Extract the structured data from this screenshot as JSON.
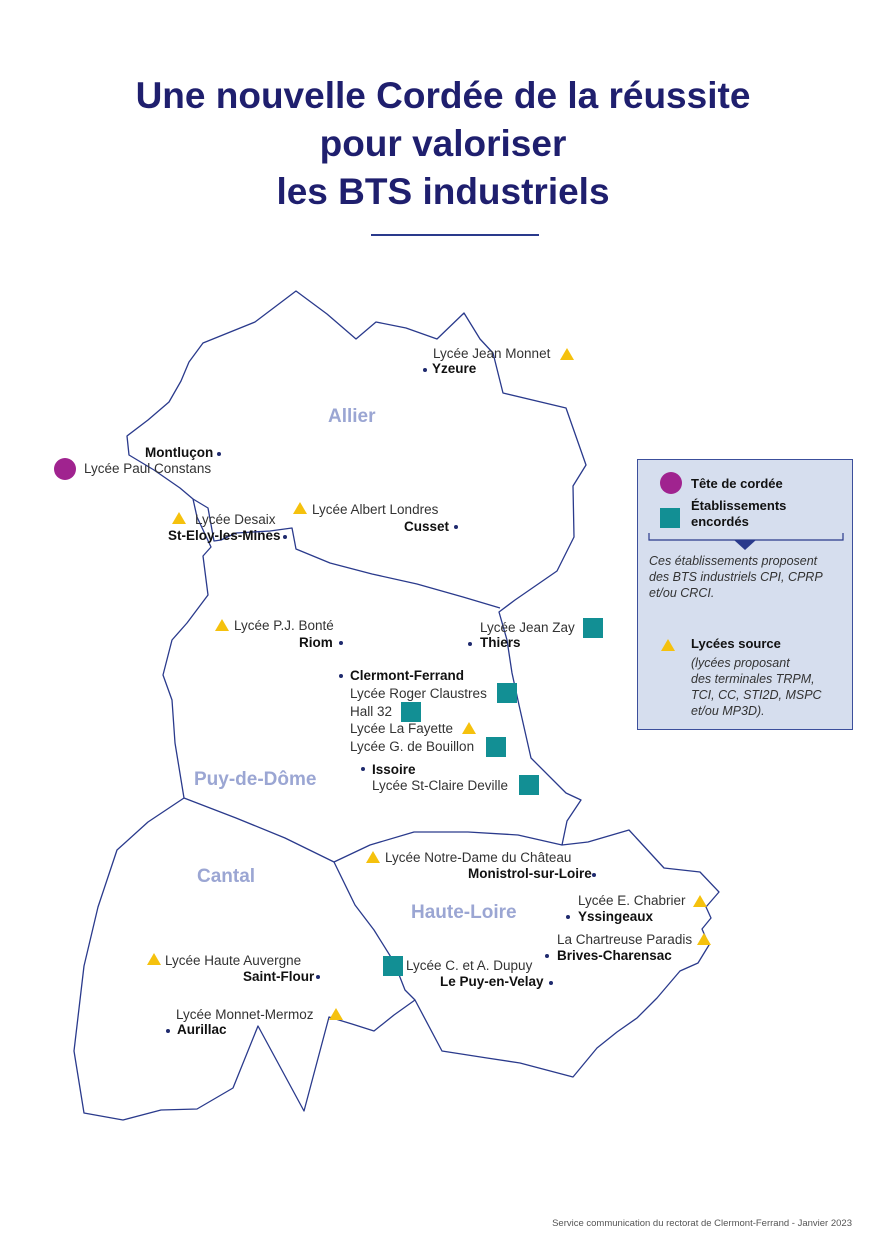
{
  "title": {
    "line1": "Une nouvelle Cordée de la réussite",
    "line2": "pour valoriser",
    "line3": "les BTS industriels"
  },
  "colors": {
    "title": "#1f1f6e",
    "border": "#2a3a8c",
    "department_label": "#9ba6d3",
    "tete_de_cordee": "#a0238f",
    "encorde": "#128f94",
    "lycee_source": "#f5c10d",
    "legend_bg": "#d6deee"
  },
  "departments": {
    "allier": "Allier",
    "puy_de_dome": "Puy-de-Dôme",
    "cantal": "Cantal",
    "haute_loire": "Haute-Loire"
  },
  "places": {
    "yzeure": {
      "lycee": "Lycée Jean Monnet",
      "town": "Yzeure"
    },
    "montlucon": {
      "lycee": "Lycée Paul Constans",
      "town": "Montluçon"
    },
    "st_eloy": {
      "lycee": "Lycée Desaix",
      "town": "St-Eloy-les-Mines"
    },
    "cusset": {
      "lycee": "Lycée Albert Londres",
      "town": "Cusset"
    },
    "riom": {
      "lycee": "Lycée P.J. Bonté",
      "town": "Riom"
    },
    "thiers": {
      "lycee": "Lycée Jean Zay",
      "town": "Thiers"
    },
    "clermont": {
      "town": "Clermont-Ferrand",
      "lycee1": "Lycée Roger Claustres",
      "lycee2": "Hall 32",
      "lycee3": "Lycée La Fayette",
      "lycee4": "Lycée G. de Bouillon"
    },
    "issoire": {
      "town": "Issoire",
      "lycee": "Lycée St-Claire Deville"
    },
    "monistrol": {
      "lycee": "Lycée Notre-Dame du Château",
      "town": "Monistrol-sur-Loire"
    },
    "yssingeaux": {
      "lycee": "Lycée E. Chabrier",
      "town": "Yssingeaux"
    },
    "brives": {
      "lycee": "La Chartreuse Paradis",
      "town": "Brives-Charensac"
    },
    "le_puy": {
      "lycee": "Lycée C. et A. Dupuy",
      "town": "Le Puy-en-Velay"
    },
    "saint_flour": {
      "lycee": "Lycée Haute Auvergne",
      "town": "Saint-Flour"
    },
    "aurillac": {
      "lycee": "Lycée Monnet-Mermoz",
      "town": "Aurillac"
    }
  },
  "legend": {
    "tete": "Tête de cordée",
    "encordes_l1": "Établissements",
    "encordes_l2": "encordés",
    "note_l1": "Ces établissements proposent",
    "note_l2": "des BTS industriels CPI, CPRP",
    "note_l3": "et/ou CRCI.",
    "source": "Lycées source",
    "source_l1": "(lycées proposant",
    "source_l2": "des terminales TRPM,",
    "source_l3": "TCI, CC, STI2D, MSPC",
    "source_l4": "et/ou MP3D)."
  },
  "footer": "Service communication du rectorat de Clermont-Ferrand - Janvier 2023"
}
